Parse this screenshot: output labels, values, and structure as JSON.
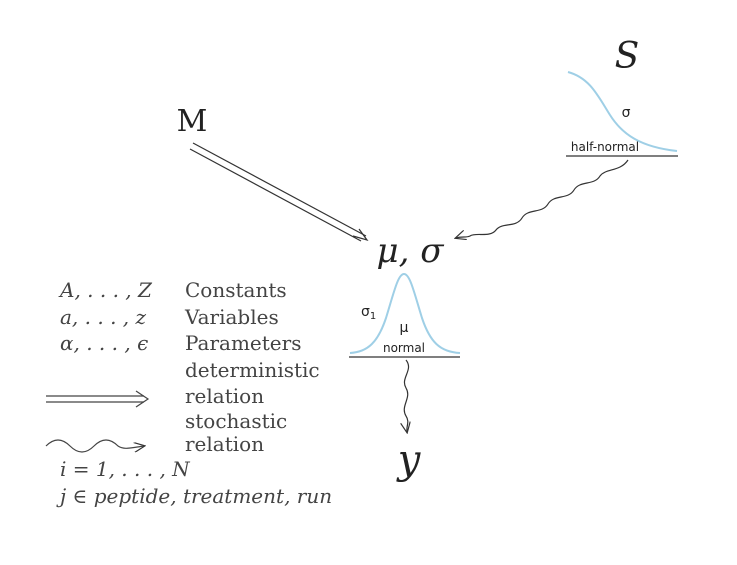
{
  "nodes": {
    "m": "M",
    "s": "S",
    "mu_sigma": "μ, σ",
    "y": "y"
  },
  "half_normal": {
    "param": "σ",
    "label": "half-normal"
  },
  "normal": {
    "param_left": "σ",
    "param_left_sub": "1",
    "param_mu": "μ",
    "label": "normal"
  },
  "legend": {
    "constants_sym": "A, . . . , Z",
    "constants_label": "Constants",
    "variables_sym": "a, . . . , z",
    "variables_label": "Variables",
    "parameters_sym": "α, . . . , ϵ",
    "parameters_label": "Parameters",
    "deterministic_line1": "deterministic",
    "deterministic_line2": "relation",
    "stochastic_line1": "stochastic",
    "stochastic_line2": "relation",
    "index_i": "i = 1, . . . , N",
    "index_j": "j ∈ peptide, treatment, run"
  },
  "colors": {
    "curve": "#9fcfe6",
    "ink": "#333333"
  }
}
